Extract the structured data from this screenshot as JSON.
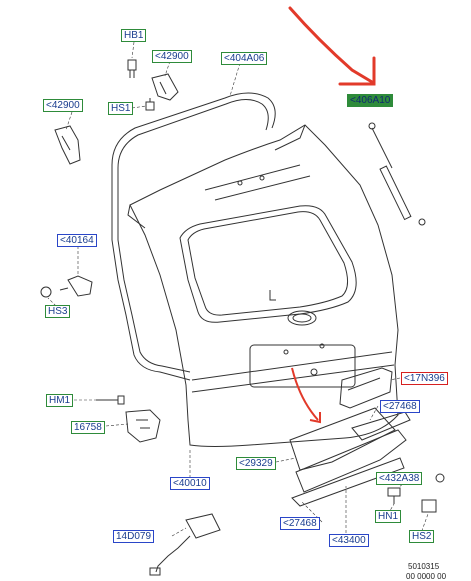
{
  "labels": {
    "hb1": "HB1",
    "p42900_top": "<42900",
    "p404a06": "<404A06",
    "p406a10": "<406A10",
    "p42900_left": "<42900",
    "hs1": "HS1",
    "p40164": "<40164",
    "hs3": "HS3",
    "hm1": "HM1",
    "p16758": "16758",
    "p17n396": "<17N396",
    "p27468_right": "<27468",
    "p29329": "<29329",
    "p40010": "<40010",
    "p432a38": "<432A38",
    "hn1": "HN1",
    "p27468_bottom": "<27468",
    "p14d079": "14D079",
    "p43400": "<43400",
    "hs2": "HS2"
  },
  "figure": {
    "number": "5010315",
    "code": "00 0000 00"
  },
  "colors": {
    "label_border_green": "#2e8b3a",
    "label_border_blue": "#2a46c8",
    "label_border_red": "#d62020",
    "label_text": "#1a3d8f",
    "highlight_fill": "#2e8b3a",
    "annotation_red": "#e23a2a"
  }
}
